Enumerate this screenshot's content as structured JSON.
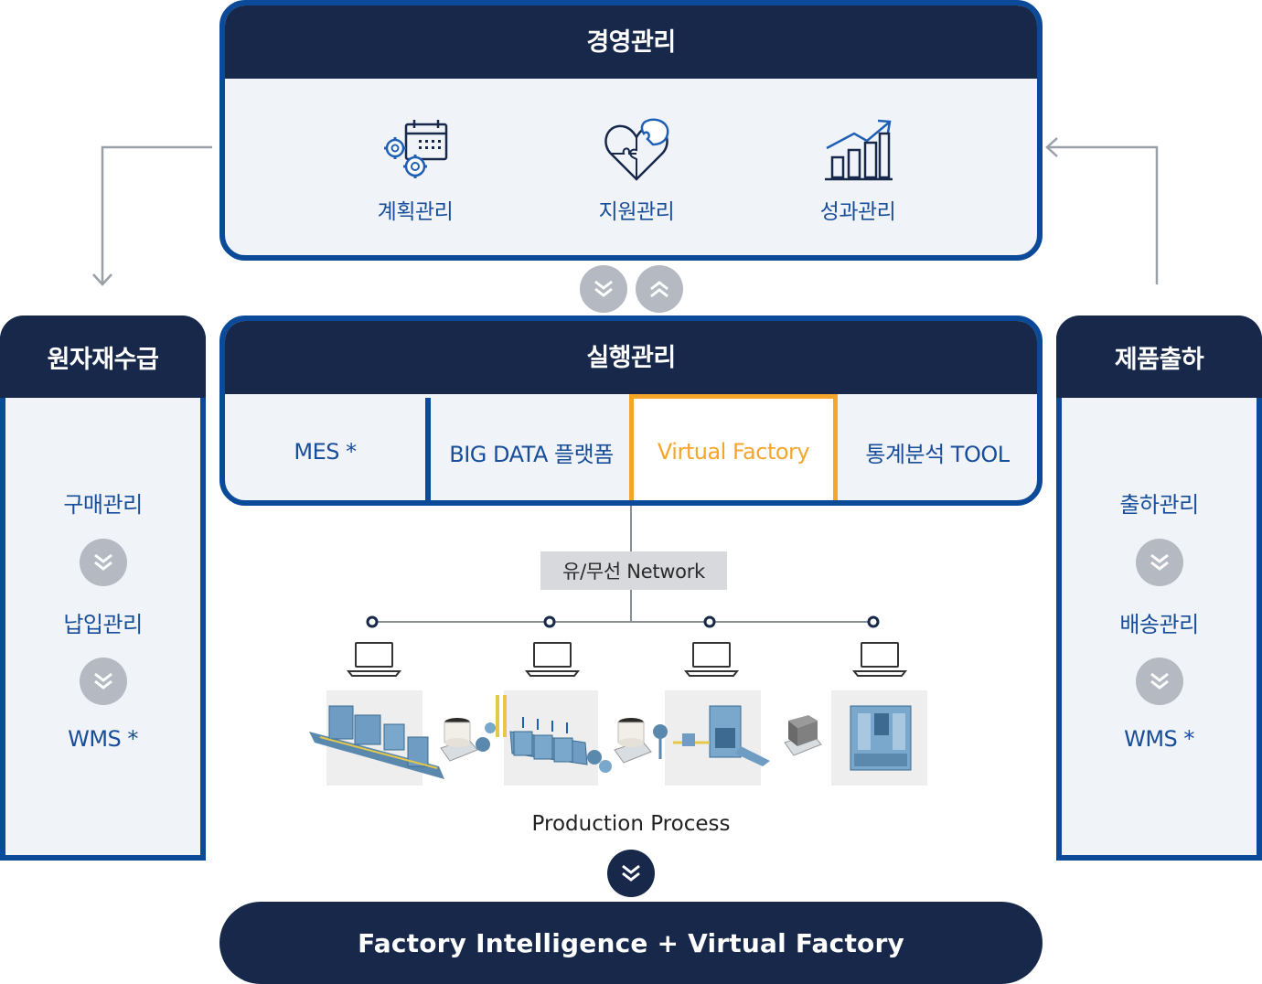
{
  "top": {
    "title": "경영관리",
    "items": [
      {
        "label": "계획관리",
        "icon": "planning-gears-calendar-icon"
      },
      {
        "label": "지원관리",
        "icon": "heart-puzzle-icon"
      },
      {
        "label": "성과관리",
        "icon": "growth-bar-chart-icon"
      }
    ]
  },
  "execution": {
    "title": "실행관리",
    "cells": [
      {
        "label": "MES *"
      },
      {
        "label": "BIG DATA 플랫폼"
      },
      {
        "label": "Virtual Factory",
        "highlighted": true
      },
      {
        "label": "통계분석 TOOL"
      }
    ]
  },
  "left": {
    "title": "원자재수급",
    "items": [
      "구매관리",
      "납입관리",
      "WMS *"
    ]
  },
  "right": {
    "title": "제품출하",
    "items": [
      "출하관리",
      "배송관리",
      "WMS *"
    ]
  },
  "network": {
    "label": "유/무선 Network"
  },
  "production": {
    "label": "Production Process"
  },
  "bottom": {
    "label": "Factory Intelligence + Virtual Factory"
  },
  "colors": {
    "navy": "#17284a",
    "border_blue": "#0b4a99",
    "text_blue": "#184d99",
    "highlight_orange": "#f5a52a",
    "panel_bg": "#f0f4f9",
    "connector_gray": "#9aa0a8"
  }
}
